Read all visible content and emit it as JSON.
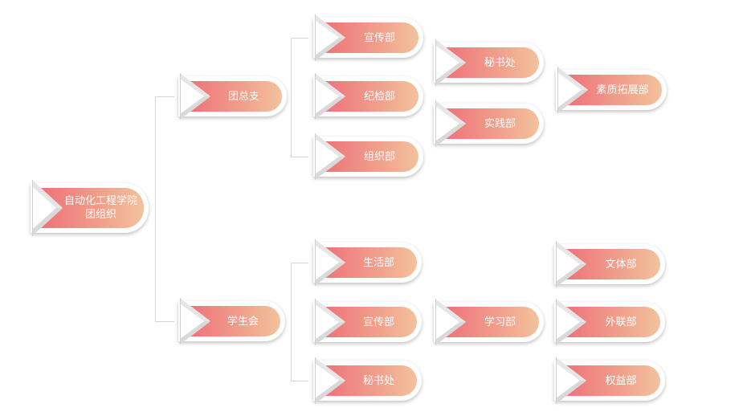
{
  "root": {
    "label_line1": "自动化工程学院",
    "label_line2": "团组织"
  },
  "branches": {
    "tuanzongzhi": {
      "label": "团总支",
      "children": [
        "宣传部",
        "纪检部",
        "组织部"
      ],
      "column3": [
        "秘书处",
        "实践部"
      ],
      "column4": [
        "素质拓展部"
      ]
    },
    "xueshenghui": {
      "label": "学生会",
      "children": [
        "生活部",
        "宣传部",
        "秘书处"
      ],
      "column3": [
        "学习部"
      ],
      "column4": [
        "文体部",
        "外联部",
        "权益部"
      ]
    }
  },
  "colors": {
    "gradient_start": "#ee6f78",
    "gradient_end": "#f3c29c",
    "connector": "#d4d4d4"
  }
}
